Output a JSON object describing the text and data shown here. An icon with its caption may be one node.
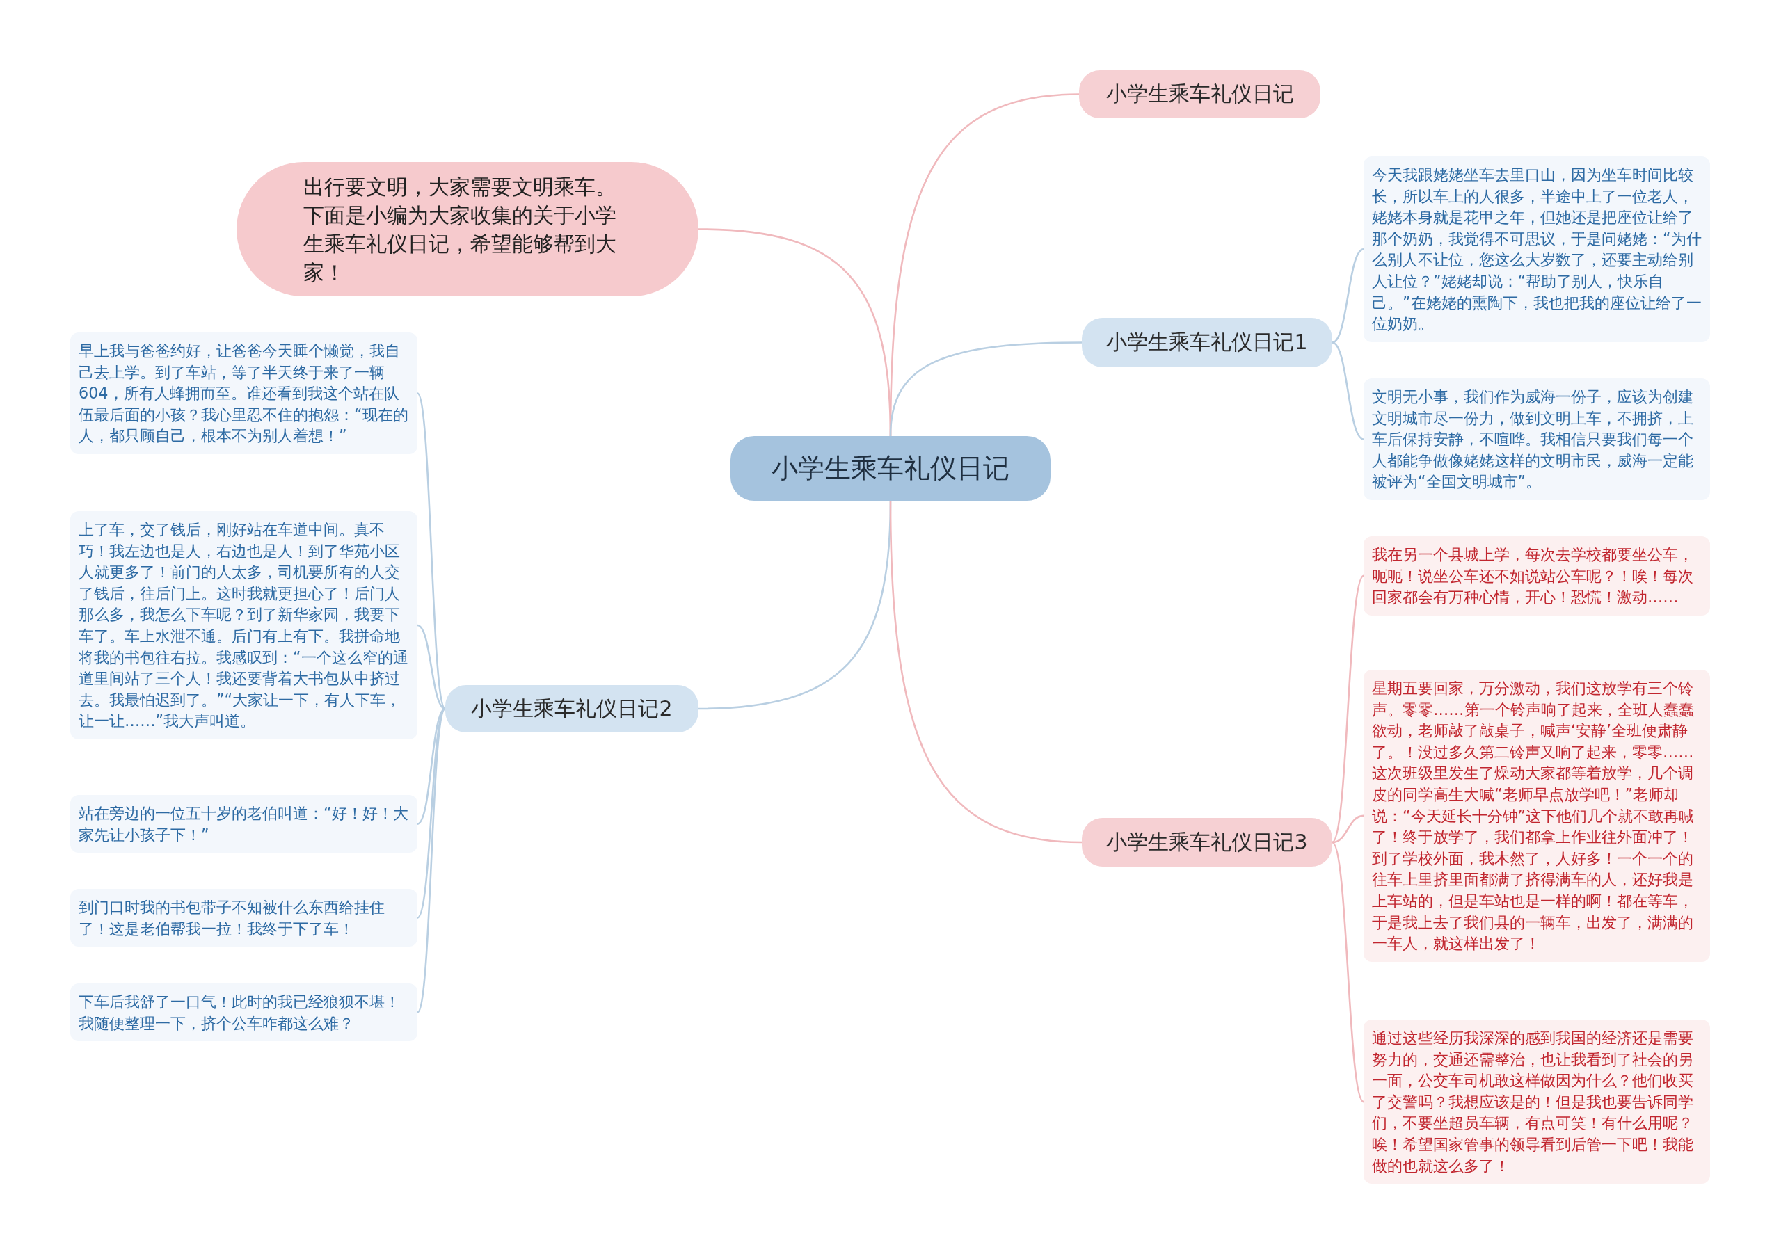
{
  "diagram": {
    "nodes": [
      {
        "text": [
          "小学生乘车礼仪日记"
        ]
      },
      {
        "text": [
          "小学生乘车礼仪日记"
        ]
      },
      {
        "text": [
          "出行要文明，大家需要文明乘车。下面是小编为大家收集的关于小学生乘车礼仪日记，希望能够帮到大家！"
        ]
      },
      {
        "text": [
          "小学生乘车礼仪日记1"
        ]
      },
      {
        "text": [
          "今天我跟姥姥坐车去里口山，因为坐车时间比较长，所以车上的人很多，半途中上了一位老人，姥姥本身就是花甲之年，但她还是把座位让给了那个奶奶，我觉得不可思议，于是问姥姥：“为什么别人不让位，您这么大岁数了，还要主动给别人让位？”姥姥却说：“帮助了别人，快乐自己。”在姥姥的熏陶下，我也把我的座位让给了一位奶奶。"
        ]
      },
      {
        "text": [
          "文明无小事，我们作为威海一份子，应该为创建文明城市尽一份力，做到文明上车，不拥挤，上车后保持安静，不喧哗。我相信只要我们每一个人都能争做像姥姥这样的文明市民，威海一定能被评为“全国文明城市”。"
        ]
      },
      {
        "text": [
          "小学生乘车礼仪日记2"
        ]
      },
      {
        "text": [
          "早上我与爸爸约好，让爸爸今天睡个懒觉，我自己去上学。到了车站，等了半天终于来了一辆604，所有人蜂拥而至。谁还看到我这个站在队伍最后面的小孩？我心里忍不住的抱怨：“现在的人，都只顾自己，根本不为别人着想！”"
        ]
      },
      {
        "text": [
          "上了车，交了钱后，刚好站在车道中间。真不巧！我左边也是人，右边也是人！到了华苑小区人就更多了！前门的人太多，司机要所有的人交了钱后，往后门上。这时我就更担心了！后门人那么多，我怎么下车呢？到了新华家园，我要下车了。车上水泄不通。后门有上有下。我拼命地将我的书包往右拉。我感叹到：“一个这么窄的通道里间站了三个人！我还要背着大书包从中挤过去。我最怕迟到了。”“大家让一下，有人下车，让一让……”我大声叫道。"
        ]
      },
      {
        "text": [
          "站在旁边的一位五十岁的老伯叫道：“好！好！大家先让小孩子下！”"
        ]
      },
      {
        "text": [
          "到门口时我的书包带子不知被什么东西给挂住了！这是老伯帮我一拉！我终于下了车！"
        ]
      },
      {
        "text": [
          "下车后我舒了一口气！此时的我已经狼狈不堪！我随便整理一下，挤个公车咋都这么难？"
        ]
      },
      {
        "text": [
          "小学生乘车礼仪日记3"
        ]
      },
      {
        "text": [
          "我在另一个县城上学，每次去学校都要坐公车，呃呃！说坐公车还不如说站公车呢？！唉！每次回家都会有万种心情，开心！恐慌！激动……"
        ]
      },
      {
        "text": [
          "星期五要回家，万分激动，我们这放学有三个铃声。零零……第一个铃声响了起来，全班人蠢蠢欲动，老师敲了敲桌子，喊声‘安静’全班便肃静了。！没过多久第二铃声又响了起来，零零……这次班级里发生了燥动大家都等着放学，几个调皮的同学高生大喊“老师早点放学吧！”老师却说：“今天延长十分钟”这下他们几个就不敢再喊了！终于放学了，我们都拿上作业往外面冲了！到了学校外面，我木然了，人好多！一个一个的往车上里挤里面都满了挤得满车的人，还好我是上车站的，但是车站也是一样的啊！都在等车，于是我上去了我们县的一辆车，出发了，满满的一车人，就这样出发了！"
        ]
      },
      {
        "text": [
          "通过这些经历我深深的感到我国的经济还是需要努力的，交通还需整治，也让我看到了社会的另一面，公交车司机敢这样做因为什么？他们收买了交警吗？我想应该是的！但是我也要告诉同学们，不要坐超员车辆，有点可笑！有什么用呢？唉！希望国家管事的领导看到后管一下吧！我能做的也就这么多了！"
        ]
      }
    ],
    "edges": [
      {
        "from": 0,
        "to": 1,
        "arrow": "none",
        "color": "#f0b9bd"
      },
      {
        "from": 0,
        "to": 2,
        "arrow": "none",
        "color": "#f0b9bd"
      },
      {
        "from": 0,
        "to": 3,
        "arrow": "none"
      },
      {
        "from": 3,
        "to": 4,
        "arrow": "none"
      },
      {
        "from": 3,
        "to": 5,
        "arrow": "none"
      },
      {
        "from": 0,
        "to": 6,
        "arrow": "none"
      },
      {
        "from": 6,
        "to": 7,
        "arrow": "none"
      },
      {
        "from": 6,
        "to": 8,
        "arrow": "none"
      },
      {
        "from": 6,
        "to": 9,
        "arrow": "none"
      },
      {
        "from": 6,
        "to": 10,
        "arrow": "none"
      },
      {
        "from": 6,
        "to": 11,
        "arrow": "none"
      },
      {
        "from": 0,
        "to": 12,
        "arrow": "none",
        "color": "#f0b9bd"
      },
      {
        "from": 12,
        "to": 13,
        "arrow": "none",
        "color": "#f0b9bd"
      },
      {
        "from": 12,
        "to": 14,
        "arrow": "none",
        "color": "#f0b9bd"
      },
      {
        "from": 12,
        "to": 15,
        "arrow": "none",
        "color": "#f0b9bd"
      }
    ]
  }
}
